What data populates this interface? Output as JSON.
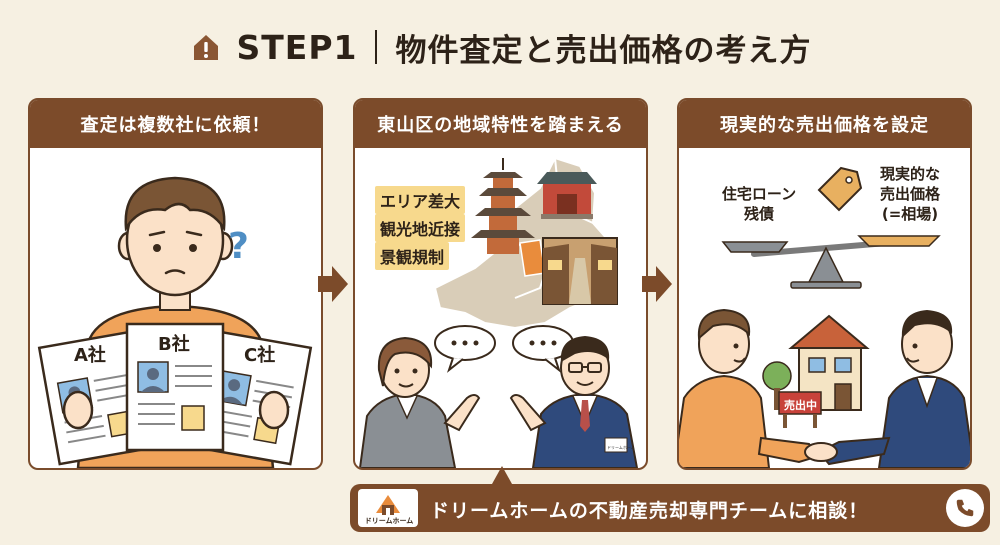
{
  "title": {
    "step": "STEP1",
    "main": "物件査定と売出価格の考え方",
    "icon": "house-alert-icon"
  },
  "panels": [
    {
      "heading": "査定は複数社に依頼！",
      "question_mark": "?",
      "papers": [
        "A社",
        "B社",
        "C社"
      ]
    },
    {
      "heading": "東山区の地域特性を踏まえる",
      "keywords": [
        "エリア差大",
        "観光地近接",
        "景観規制"
      ],
      "badge": "ドリームホーム"
    },
    {
      "heading": "現実的な売出価格を設定",
      "scale_left": [
        "住宅ローン",
        "残債"
      ],
      "scale_right": [
        "現実的な",
        "売出価格",
        "(=相場)"
      ],
      "sign": "売出中"
    }
  ],
  "banner": {
    "logo_text": "ドリームホーム",
    "text": "ドリームホームの不動産売却専門チームに相談！",
    "phone_icon": "phone-icon"
  },
  "colors": {
    "brown": "#7c4b2a",
    "background": "#f6f0e2",
    "orange": "#f0a35a",
    "keyword_bg": "#f7d98d",
    "map_highlight": "#e98c3c"
  }
}
